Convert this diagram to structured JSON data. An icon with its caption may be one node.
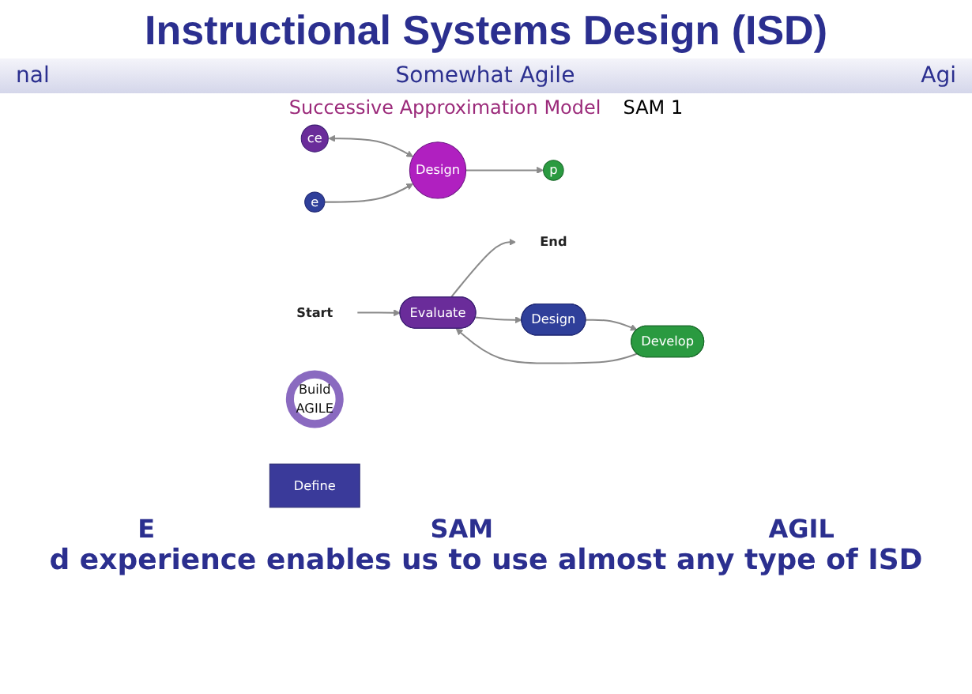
{
  "diagram": {
    "title": "Instructional Systems Design (ISD)",
    "caption": "d experience enables us to use almost any type of ISD",
    "nodes": [
      {
        "text": [
          "e"
        ]
      },
      {
        "text": [
          "ce"
        ]
      },
      {
        "text": [
          "Design"
        ]
      },
      {
        "text": [
          "p"
        ]
      },
      {
        "text": [
          "Start"
        ]
      },
      {
        "text": [
          "Evaluate"
        ]
      },
      {
        "text": [
          "End"
        ]
      },
      {
        "text": [
          "Design"
        ]
      },
      {
        "text": [
          "Develop"
        ]
      },
      {
        "text": [
          "Build",
          "AGILE"
        ]
      },
      {
        "text": [
          "Define"
        ]
      }
    ],
    "edges": [
      {
        "from": 1,
        "to": 2,
        "arrow": "both"
      },
      {
        "from": 0,
        "to": 2,
        "arrow": "to"
      },
      {
        "from": 2,
        "to": 3,
        "arrow": "to"
      },
      {
        "from": 4,
        "to": 5,
        "arrow": "to"
      },
      {
        "from": 5,
        "to": 6,
        "arrow": "to"
      },
      {
        "from": 5,
        "to": 7,
        "arrow": "to"
      },
      {
        "from": 7,
        "to": 8,
        "arrow": "to"
      },
      {
        "from": 8,
        "to": 5,
        "arrow": "to"
      }
    ],
    "labels": [
      "nal",
      "Somewhat Agile",
      "Agi",
      "Successive Approximation Model",
      "SAM 1",
      "E",
      "SAM",
      "AGIL"
    ]
  }
}
